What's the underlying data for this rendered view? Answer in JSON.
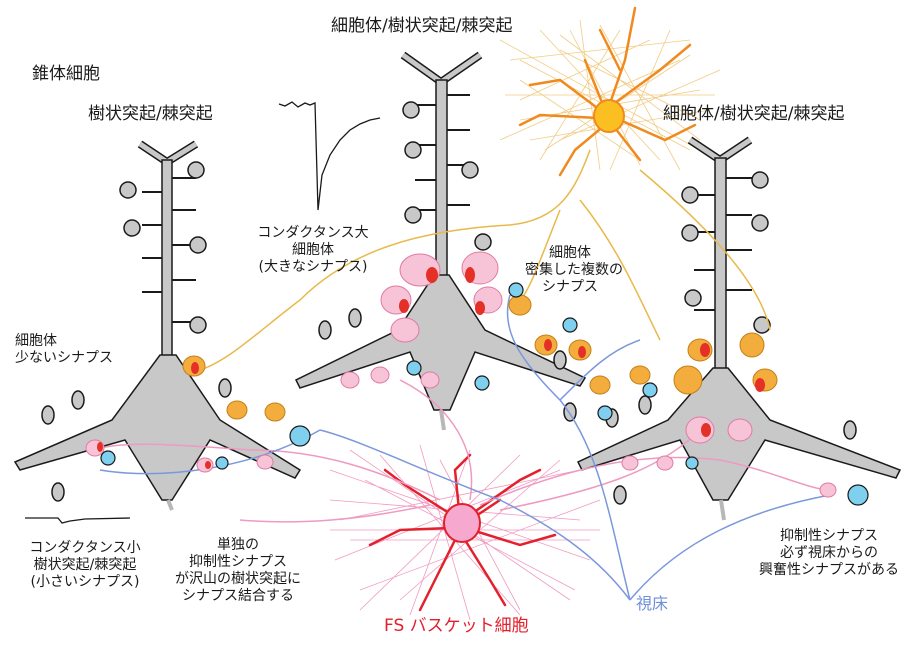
{
  "labels": {
    "title": "錐体細胞",
    "left_top": "樹状突起/棘突起",
    "center_top": "細胞体/樹状突起/棘突起",
    "right_top": "細胞体/樹状突起/棘突起",
    "left_soma": [
      "細胞体",
      "少ないシナプス"
    ],
    "large_conductance": [
      "コンダクタンス大",
      "細胞体",
      "(大きなシナプス)"
    ],
    "dense_synapses": [
      "細胞体",
      "密集した複数の",
      "シナプス"
    ],
    "small_conductance": [
      "コンダクタンス小",
      "樹状突起/棘突起",
      "(小さいシナプス)"
    ],
    "single_inhibitory": [
      "単独の",
      "抑制性シナプス",
      "が沢山の樹状突起に",
      "シナプス結合する"
    ],
    "fs_basket": "FS バスケット細胞",
    "thalamus": "視床",
    "inhibitory_thalamus": [
      "抑制性シナプス",
      "必ず視床からの",
      "興奮性シナプスがある"
    ]
  },
  "colors": {
    "neuron_gray": "#c8c8c8",
    "axon_orange": "#e8b94a",
    "interneuron_orange": "#f08a1e",
    "synapse_orange": "#f2ad3c",
    "synapse_pink": "#f6c4d6",
    "synapse_red": "#e53027",
    "thalamus_blue": "#7b98dc",
    "synapse_blue": "#7fd0ee",
    "basket_red": "#e3202c",
    "basket_pink": "#f19ac2"
  },
  "icons": [
    "pyramidal-neuron",
    "interneuron",
    "basket-cell",
    "synapse",
    "conductance-trace"
  ]
}
